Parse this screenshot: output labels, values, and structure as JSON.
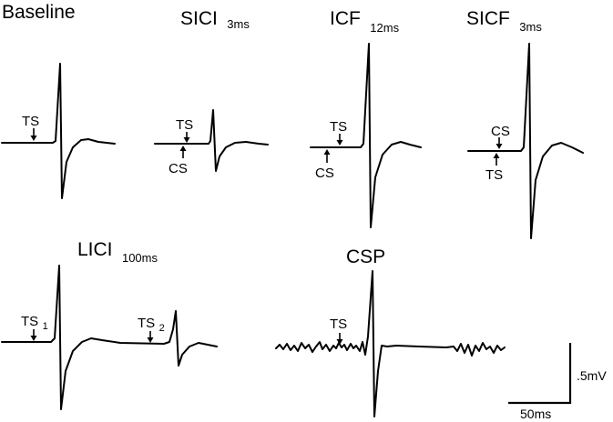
{
  "panels": {
    "baseline": {
      "title": "Baseline",
      "sub": ""
    },
    "sici": {
      "title": "SICI",
      "sub": "3ms"
    },
    "icf": {
      "title": "ICF",
      "sub": "12ms"
    },
    "sicf": {
      "title": "SICF",
      "sub": "3ms"
    },
    "lici": {
      "title": "LICI",
      "sub": "100ms"
    },
    "csp": {
      "title": "CSP",
      "sub": ""
    }
  },
  "stimuli": {
    "ts": "TS",
    "cs": "CS",
    "sub1": "1",
    "sub2": "2"
  },
  "scale_bar": {
    "vertical": ".5mV",
    "horizontal": "50ms"
  }
}
